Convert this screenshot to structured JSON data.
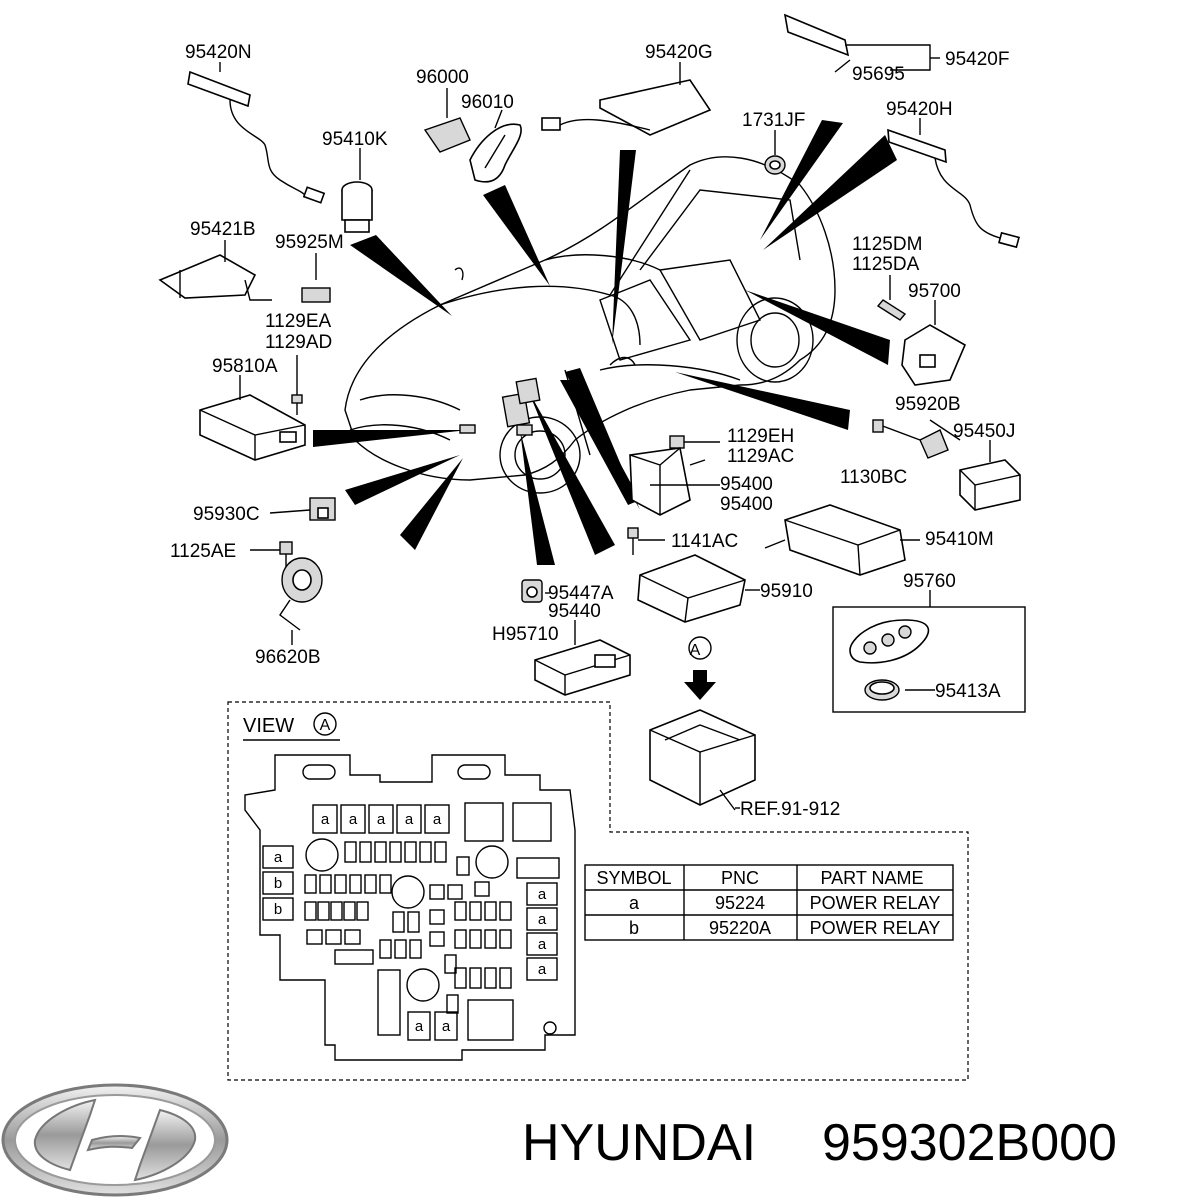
{
  "labels": {
    "l95420N": "95420N",
    "l96000": "96000",
    "l96010": "96010",
    "l95420G": "95420G",
    "l95695": "95695",
    "l95420F": "95420F",
    "l95420H": "95420H",
    "l1731JF": "1731JF",
    "l95410K": "95410K",
    "l95421B": "95421B",
    "l95925M": "95925M",
    "l1125DM": "1125DM",
    "l1125DA": "1125DA",
    "l95700": "95700",
    "l1129EA": "1129EA",
    "l1129AD": "1129AD",
    "l95810A": "95810A",
    "l95920B": "95920B",
    "l95450J": "95450J",
    "l1129EH": "1129EH",
    "l1129AC": "1129AC",
    "l1130BC": "1130BC",
    "l95400a": "95400",
    "l95400b": "95400",
    "l95930C": "95930C",
    "l1141AC": "1141AC",
    "l95410M": "95410M",
    "l1125AE": "1125AE",
    "l95447A": "95447A",
    "l95440": "95440",
    "l95910": "95910",
    "l95760": "95760",
    "lH95710": "H95710",
    "l96620B": "96620B",
    "l95413A": "95413A",
    "viewA": "VIEW",
    "viewACircle": "A",
    "arrowA": "A",
    "ref": "REF.91-912"
  },
  "fuse_symbols": {
    "a": "a",
    "b": "b"
  },
  "table": {
    "headers": [
      "SYMBOL",
      "PNC",
      "PART NAME"
    ],
    "rows": [
      {
        "symbol": "a",
        "pnc": "95224",
        "name": "POWER RELAY"
      },
      {
        "symbol": "b",
        "pnc": "95220A",
        "name": "POWER RELAY"
      }
    ]
  },
  "footer": {
    "brand": "HYUNDAI",
    "part_number": "959302B000"
  }
}
